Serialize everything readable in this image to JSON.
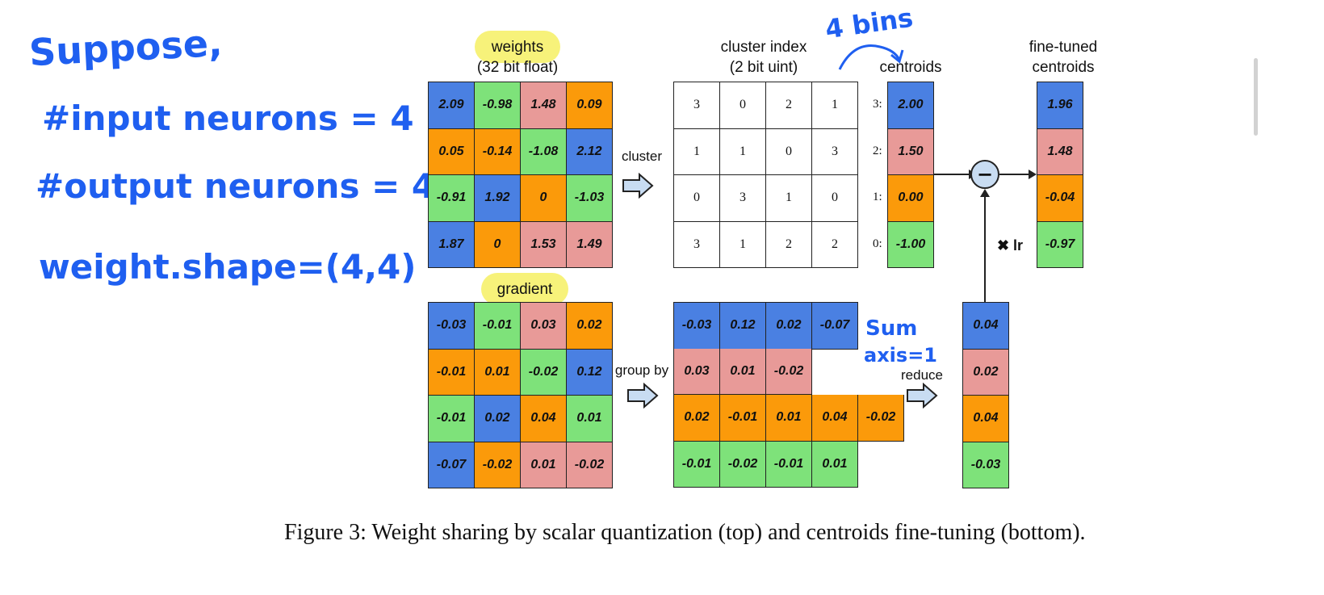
{
  "annotations": {
    "line1": "Suppose,",
    "line2": "#input neurons = 4",
    "line3": "#output neurons = 4",
    "line4": "weight.shape=(4,4)",
    "bins": "4 bins",
    "sum": "Sum",
    "axis": "axis=1"
  },
  "labels": {
    "weights": "weights",
    "weights_sub": "(32 bit float)",
    "cluster_index": "cluster index",
    "cluster_index_sub": "(2 bit uint)",
    "centroids": "centroids",
    "fine_tuned": "fine-tuned",
    "fine_tuned_sub": "centroids",
    "gradient": "gradient",
    "cluster": "cluster",
    "group_by": "group by",
    "reduce": "reduce",
    "lr": "✖ lr",
    "minus": "−"
  },
  "weights": [
    [
      {
        "v": "2.09",
        "c": "blue"
      },
      {
        "v": "-0.98",
        "c": "green"
      },
      {
        "v": "1.48",
        "c": "red"
      },
      {
        "v": "0.09",
        "c": "orange"
      }
    ],
    [
      {
        "v": "0.05",
        "c": "orange"
      },
      {
        "v": "-0.14",
        "c": "orange"
      },
      {
        "v": "-1.08",
        "c": "green"
      },
      {
        "v": "2.12",
        "c": "blue"
      }
    ],
    [
      {
        "v": "-0.91",
        "c": "green"
      },
      {
        "v": "1.92",
        "c": "blue"
      },
      {
        "v": "0",
        "c": "orange"
      },
      {
        "v": "-1.03",
        "c": "green"
      }
    ],
    [
      {
        "v": "1.87",
        "c": "blue"
      },
      {
        "v": "0",
        "c": "orange"
      },
      {
        "v": "1.53",
        "c": "red"
      },
      {
        "v": "1.49",
        "c": "red"
      }
    ]
  ],
  "cluster_index": [
    [
      "3",
      "0",
      "2",
      "1"
    ],
    [
      "1",
      "1",
      "0",
      "3"
    ],
    [
      "0",
      "3",
      "1",
      "0"
    ],
    [
      "3",
      "1",
      "2",
      "2"
    ]
  ],
  "centroids": [
    {
      "idx": "3:",
      "v": "2.00",
      "c": "blue"
    },
    {
      "idx": "2:",
      "v": "1.50",
      "c": "red"
    },
    {
      "idx": "1:",
      "v": "0.00",
      "c": "orange"
    },
    {
      "idx": "0:",
      "v": "-1.00",
      "c": "green"
    }
  ],
  "fine_tuned": [
    {
      "v": "1.96",
      "c": "blue"
    },
    {
      "v": "1.48",
      "c": "red"
    },
    {
      "v": "-0.04",
      "c": "orange"
    },
    {
      "v": "-0.97",
      "c": "green"
    }
  ],
  "gradient": [
    [
      {
        "v": "-0.03",
        "c": "blue"
      },
      {
        "v": "-0.01",
        "c": "green"
      },
      {
        "v": "0.03",
        "c": "red"
      },
      {
        "v": "0.02",
        "c": "orange"
      }
    ],
    [
      {
        "v": "-0.01",
        "c": "orange"
      },
      {
        "v": "0.01",
        "c": "orange"
      },
      {
        "v": "-0.02",
        "c": "green"
      },
      {
        "v": "0.12",
        "c": "blue"
      }
    ],
    [
      {
        "v": "-0.01",
        "c": "green"
      },
      {
        "v": "0.02",
        "c": "blue"
      },
      {
        "v": "0.04",
        "c": "orange"
      },
      {
        "v": "0.01",
        "c": "green"
      }
    ],
    [
      {
        "v": "-0.07",
        "c": "blue"
      },
      {
        "v": "-0.02",
        "c": "orange"
      },
      {
        "v": "0.01",
        "c": "red"
      },
      {
        "v": "-0.02",
        "c": "red"
      }
    ]
  ],
  "grouped": [
    {
      "c": "blue",
      "values": [
        "-0.03",
        "0.12",
        "0.02",
        "-0.07"
      ]
    },
    {
      "c": "red",
      "values": [
        "0.03",
        "0.01",
        "-0.02"
      ]
    },
    {
      "c": "orange",
      "values": [
        "0.02",
        "-0.01",
        "0.01",
        "0.04",
        "-0.02"
      ]
    },
    {
      "c": "green",
      "values": [
        "-0.01",
        "-0.02",
        "-0.01",
        "0.01"
      ]
    }
  ],
  "reduced": [
    {
      "v": "0.04",
      "c": "blue"
    },
    {
      "v": "0.02",
      "c": "red"
    },
    {
      "v": "0.04",
      "c": "orange"
    },
    {
      "v": "-0.03",
      "c": "green"
    }
  ],
  "colors": {
    "blue": "#4a80e2",
    "green": "#7ee27a",
    "red": "#e89a98",
    "orange": "#fb9a0a",
    "highlight": "#f7f27a",
    "handwriting": "#1f5ff0",
    "arrow_fill": "#c8dcf2"
  },
  "caption": "Figure 3: Weight sharing by scalar quantization (top) and centroids fine-tuning (bottom)."
}
